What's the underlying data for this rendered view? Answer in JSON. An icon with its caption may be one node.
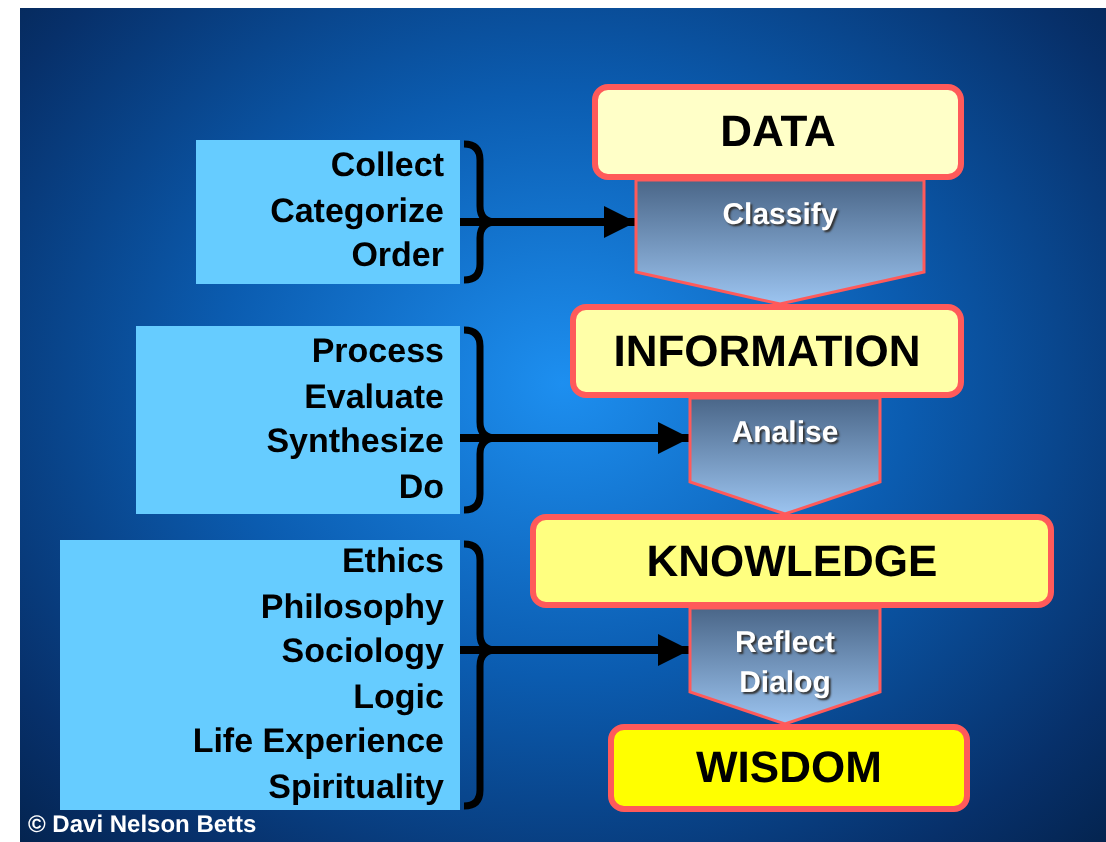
{
  "diagram": {
    "nodes": [
      {
        "text": [
          "Collect",
          "Categorize",
          "Order"
        ]
      },
      {
        "text": [
          "DATA"
        ]
      },
      {
        "text": [
          "Classify"
        ]
      },
      {
        "text": [
          "Process",
          "Evaluate",
          "Synthesize",
          "Do"
        ]
      },
      {
        "text": [
          "INFORMATION"
        ]
      },
      {
        "text": [
          "Analise"
        ]
      },
      {
        "text": [
          "Ethics",
          "Philosophy",
          "Sociology",
          "Logic",
          "Life Experience",
          "Spirituality"
        ]
      },
      {
        "text": [
          "KNOWLEDGE"
        ]
      },
      {
        "text": [
          "Reflect Dialog"
        ]
      },
      {
        "text": [
          "WISDOM"
        ]
      }
    ],
    "edges": [
      {
        "from": 0,
        "to": 2,
        "arrow": "to"
      },
      {
        "from": 3,
        "to": 5,
        "arrow": "to"
      },
      {
        "from": 6,
        "to": 8,
        "arrow": "to"
      },
      {
        "from": 1,
        "to": 4,
        "arrow": "to"
      },
      {
        "from": 4,
        "to": 7,
        "arrow": "to"
      },
      {
        "from": 7,
        "to": 9,
        "arrow": "to"
      }
    ],
    "labels": [
      "© Davi Nelson Betts"
    ]
  }
}
